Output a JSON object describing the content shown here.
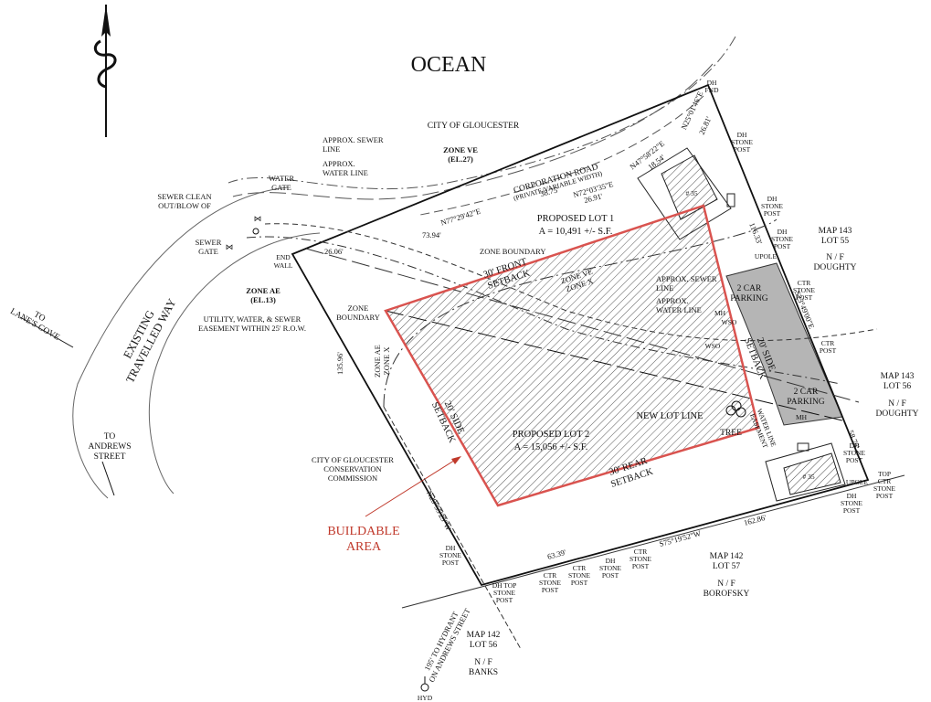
{
  "ocean": "OCEAN",
  "city": "CITY OF GLOUCESTER",
  "zone_ve": {
    "name": "ZONE VE",
    "elev": "(EL.27)"
  },
  "zone_ae": {
    "name": "ZONE AE",
    "elev": "(EL.13)"
  },
  "road": {
    "name": "CORPORATION ROAD",
    "width": "(PRIVATE/VARIABLE WIDTH)"
  },
  "existing_way": [
    "EXISTING",
    "TRAVELLED WAY"
  ],
  "to_lanes_cove": [
    "TO",
    "LANE'S COVE"
  ],
  "to_andrews": [
    "TO",
    "ANDREWS",
    "STREET"
  ],
  "to_hydrant": [
    "195' TO HYDRANT",
    "ON ANDREWS STREET"
  ],
  "hyd": "HYD",
  "bearings": {
    "n77": "N77°29'42\"E",
    "n72": "N72°03'35\"E",
    "n47": "N47°58'22\"E",
    "n25": "N25°01'46\"E",
    "s23": "S23°49'00\"E",
    "s75": "S75°19'52\"W",
    "n29": "N29°55'25\"W"
  },
  "distances": {
    "d73": "73.94'",
    "d38": "38.75'",
    "d26_91": "26.91'",
    "d18": "18.54'",
    "d26_81": "26.81'",
    "d26_06": "26.06'",
    "d116": "116.33'",
    "d58": "58.76'",
    "d162": "162.86'",
    "d63": "63.39'",
    "d135": "135.96'"
  },
  "lot1": {
    "title": "PROPOSED LOT 1",
    "area": "A = 10,491 +/- S.F."
  },
  "lot2": {
    "title": "PROPOSED LOT 2",
    "area": "A = 15,056 +/- S.F."
  },
  "setbacks": {
    "front": [
      "30' FRONT",
      "SETBACK"
    ],
    "side_left": [
      "20' SIDE",
      "SETBACK"
    ],
    "side_right": [
      "20' SIDE",
      "SETBACK"
    ],
    "rear": [
      "30' REAR",
      "SETBACK"
    ]
  },
  "buildable": [
    "BUILDABLE",
    "AREA"
  ],
  "new_lot_line": "NEW LOT LINE",
  "tree": "TREE",
  "parking": [
    "2 CAR",
    "PARKING"
  ],
  "zone_boundary": "ZONE BOUNDARY",
  "zone_boundary_left": [
    "ZONE",
    "BOUNDARY"
  ],
  "zone_ve_x": [
    "ZONE VE",
    "ZONE X"
  ],
  "zone_ae_x": [
    "ZONE AE",
    "ZONE X"
  ],
  "sewer_line": [
    "APPROX. SEWER",
    "LINE"
  ],
  "water_line": [
    "APPROX.",
    "WATER LINE"
  ],
  "sewer_line_mid": [
    "APPROX. SEWER",
    "LINE"
  ],
  "water_line_mid": [
    "APPROX.",
    "WATER LINE"
  ],
  "water_gate": [
    "WATER",
    "GATE"
  ],
  "sewer_clean": [
    "SEWER CLEAN",
    "OUT/BLOW OF"
  ],
  "sewer_gate": [
    "SEWER",
    "GATE"
  ],
  "end_wall": [
    "END",
    "WALL"
  ],
  "utility_easement": [
    "UTILITY, WATER, & SEWER",
    "EASEMENT WITHIN 25' R.O.W."
  ],
  "conservation": [
    "CITY OF GLOUCESTER",
    "CONSERVATION",
    "COMMISSION"
  ],
  "water_line_easement": [
    "WATER LINE",
    "EASEMENT"
  ],
  "mh": "MH",
  "wso": "WSO",
  "dh_fnd": [
    "DH",
    "FND"
  ],
  "dh_stone_post": [
    "DH",
    "STONE",
    "POST"
  ],
  "ctr_stone_post": [
    "CTR",
    "STONE",
    "POST"
  ],
  "ctr_post": [
    "CTR",
    "POST"
  ],
  "upole": "UPOLE",
  "top_ctr_stone_post": [
    "TOP",
    "CTR",
    "STONE",
    "POST"
  ],
  "dh_top_stone_post": [
    "DH TOP",
    "STONE",
    "POST"
  ],
  "map143_55": [
    "MAP 143",
    "LOT 55",
    "",
    "N / F",
    "DOUGHTY"
  ],
  "map143_56": [
    "MAP 143",
    "LOT 56",
    "",
    "N / F",
    "DOUGHTY"
  ],
  "map142_57": [
    "MAP 142",
    "LOT 57",
    "",
    "N / F",
    "BOROFSKY"
  ],
  "map142_56": [
    "MAP 142",
    "LOT 56",
    "",
    "N / F",
    "BANKS"
  ],
  "house_label": "# 35"
}
